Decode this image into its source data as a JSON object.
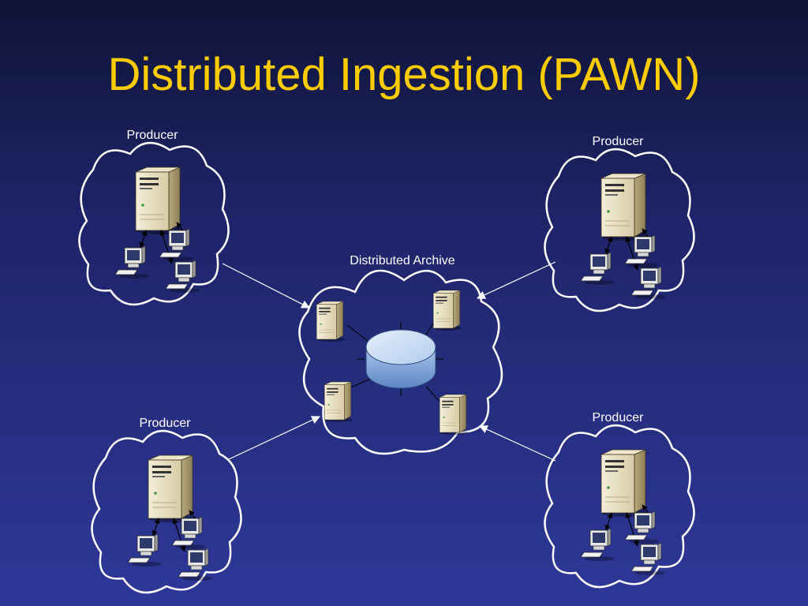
{
  "slide": {
    "title": "Distributed Ingestion (PAWN)"
  },
  "archive": {
    "label": "Distributed Archive"
  },
  "producers": [
    {
      "label": "Producer"
    },
    {
      "label": "Producer"
    },
    {
      "label": "Producer"
    },
    {
      "label": "Producer"
    }
  ]
}
